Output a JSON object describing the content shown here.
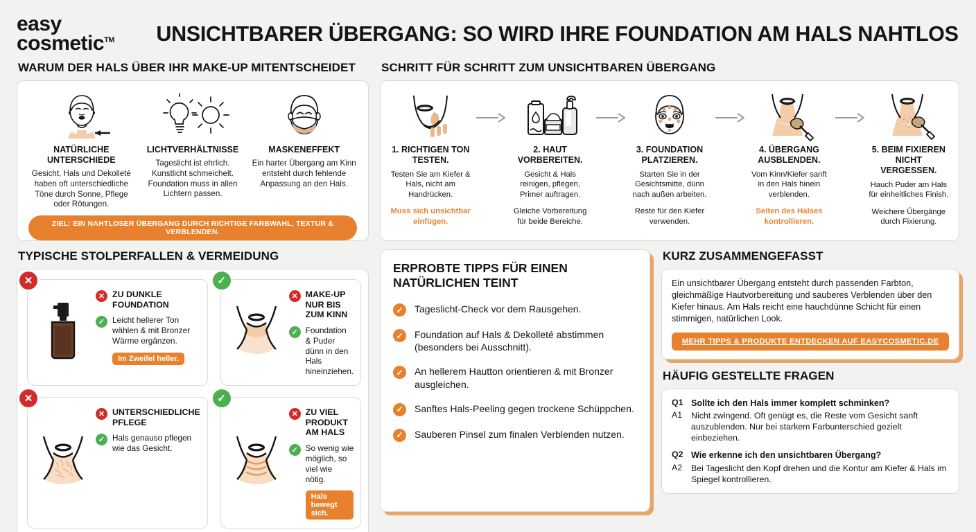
{
  "brand": {
    "line1": "easy",
    "line2": "cosmetic",
    "tm": "TM"
  },
  "title": "UNSICHTBARER ÜBERGANG: SO WIRD IHRE FOUNDATION AM HALS NAHTLOS",
  "why": {
    "section_title": "WARUM DER HALS ÜBER IHR MAKE-UP MITENTSCHEIDET",
    "items": [
      {
        "icon": "face-neck-arrow-icon",
        "head": "NATÜRLICHE UNTERSCHIEDE",
        "body": "Gesicht, Hals und Dekolleté haben oft unterschiedliche Töne durch Sonne, Pflege oder Rötungen."
      },
      {
        "icon": "bulb-sun-icon",
        "head": "LICHTVERHÄLTNISSE",
        "body": "Tageslicht ist ehrlich. Kunstlicht schmeichelt. Foundation muss in allen Lichtern passen."
      },
      {
        "icon": "face-mask-icon",
        "head": "MASKENEFFEKT",
        "body": "Ein harter Übergang am Kinn entsteht durch fehlende Anpassung an den Hals."
      }
    ],
    "goal_banner": "ZIEL: EIN NAHTLOSER ÜBERGANG DURCH RICHTIGE FARBWAHL, TEXTUR & VERBLENDEN."
  },
  "steps": {
    "section_title": "SCHRITT FÜR SCHRITT ZUM UNSICHTBAREN ÜBERGANG",
    "items": [
      {
        "icon": "jaw-swatch-test-icon",
        "head": "1. RICHTIGEN TON TESTEN.",
        "body": "Testen Sie am Kiefer & Hals, nicht am Handrücken.",
        "note": "Muss sich unsichtbar einfügen.",
        "note_accent": true
      },
      {
        "icon": "skincare-products-icon",
        "head": "2. HAUT VORBEREITEN.",
        "body": "Gesicht & Hals reinigen, pflegen, Primer auftragen.",
        "note": "Gleiche Vorbereitung für beide Bereiche.",
        "note_accent": false
      },
      {
        "icon": "face-dots-icon",
        "head": "3. FOUNDATION PLATZIEREN.",
        "body": "Starten Sie in der Gesichtsmitte, dünn nach außen arbeiten.",
        "note": "Reste für den Kiefer verwenden.",
        "note_accent": false
      },
      {
        "icon": "neck-brush-blend-icon",
        "head": "4. ÜBERGANG AUSBLENDEN.",
        "body": "Vom Kinn/Kiefer sanft in den Hals hinein verblenden.",
        "note": "Seiten des Halses kontrollieren.",
        "note_accent": true
      },
      {
        "icon": "neck-powder-icon",
        "head": "5. BEIM FIXIEREN NICHT VERGESSEN.",
        "body": "Hauch Puder am Hals für einheitliches Finish.",
        "note": "Weichere Übergänge durch Fixierung.",
        "note_accent": false
      }
    ],
    "arrow": "→"
  },
  "pitfalls": {
    "section_title": "TYPISCHE STOLPERFALLEN & VERMEIDUNG",
    "items": [
      {
        "corner": "bad",
        "corner_glyph": "✕",
        "illu": "foundation-bottle-icon",
        "bad_title": "ZU DUNKLE FOUNDATION",
        "good_text": "Leicht hellerer Ton wählen & mit Bronzer Wärme ergänzen.",
        "tag": "Im Zweifel heller."
      },
      {
        "corner": "good",
        "corner_glyph": "✓",
        "illu": "neck-chin-line-icon",
        "bad_title": "MAKE-UP NUR BIS ZUM KINN",
        "good_text": "Foundation & Puder dünn in den Hals hineinziehen.",
        "tag": ""
      },
      {
        "corner": "bad",
        "corner_glyph": "✕",
        "illu": "dry-neck-icon",
        "bad_title": "UNTERSCHIEDLICHE PFLEGE",
        "good_text": "Hals genauso pflegen wie das Gesicht.",
        "tag": ""
      },
      {
        "corner": "good",
        "corner_glyph": "✓",
        "illu": "neck-creases-icon",
        "bad_title": "ZU VIEL PRODUKT AM HALS",
        "good_text": "So wenig wie möglich, so viel wie nötig.",
        "tag": "Hals bewegt sich."
      }
    ]
  },
  "tips": {
    "title": "ERPROBTE TIPPS FÜR EINEN NATÜRLICHEN TEINT",
    "check_glyph": "✓",
    "items": [
      "Tageslicht-Check vor dem Rausgehen.",
      "Foundation auf Hals & Dekolleté abstimmen (besonders bei Ausschnitt).",
      "An hellerem Hautton orientieren & mit Bronzer ausgleichen.",
      "Sanftes Hals-Peeling gegen trockene Schüppchen.",
      "Sauberen Pinsel zum finalen Verblenden nutzen."
    ]
  },
  "summary": {
    "section_title": "KURZ ZUSAMMENGEFASST",
    "text": "Ein unsichtbarer Übergang entsteht durch passenden Farbton, gleichmäßige Hautvorbereitung und sauberes Verblenden über den Kiefer hinaus. Am Hals reicht eine hauchdünne Schicht für einen stimmigen, natürlichen Look.",
    "cta": "MEHR TIPPS & PRODUKTE ENTDECKEN AUF EASYCOSMETIC.DE"
  },
  "faq": {
    "section_title": "HÄUFIG GESTELLTE FRAGEN",
    "items": [
      {
        "qkey": "Q1",
        "question": "Sollte ich den Hals immer komplett schminken?",
        "akey": "A1",
        "answer": "Nicht zwingend. Oft genügt es, die Reste vom Gesicht sanft auszublenden. Nur bei starkem Farbunterschied gezielt einbeziehen."
      },
      {
        "qkey": "Q2",
        "question": "Wie erkenne ich den unsichtbaren Übergang?",
        "akey": "A2",
        "answer": "Bei Tageslicht den Kopf drehen und die Kontur am Kiefer & Hals im Spiegel kontrollieren."
      }
    ]
  },
  "colors": {
    "accent_orange": "#e8812e",
    "bad_red": "#d32b2b",
    "good_green": "#4caf50",
    "skin": "#f3cda9",
    "background": "#f2f2f0"
  }
}
